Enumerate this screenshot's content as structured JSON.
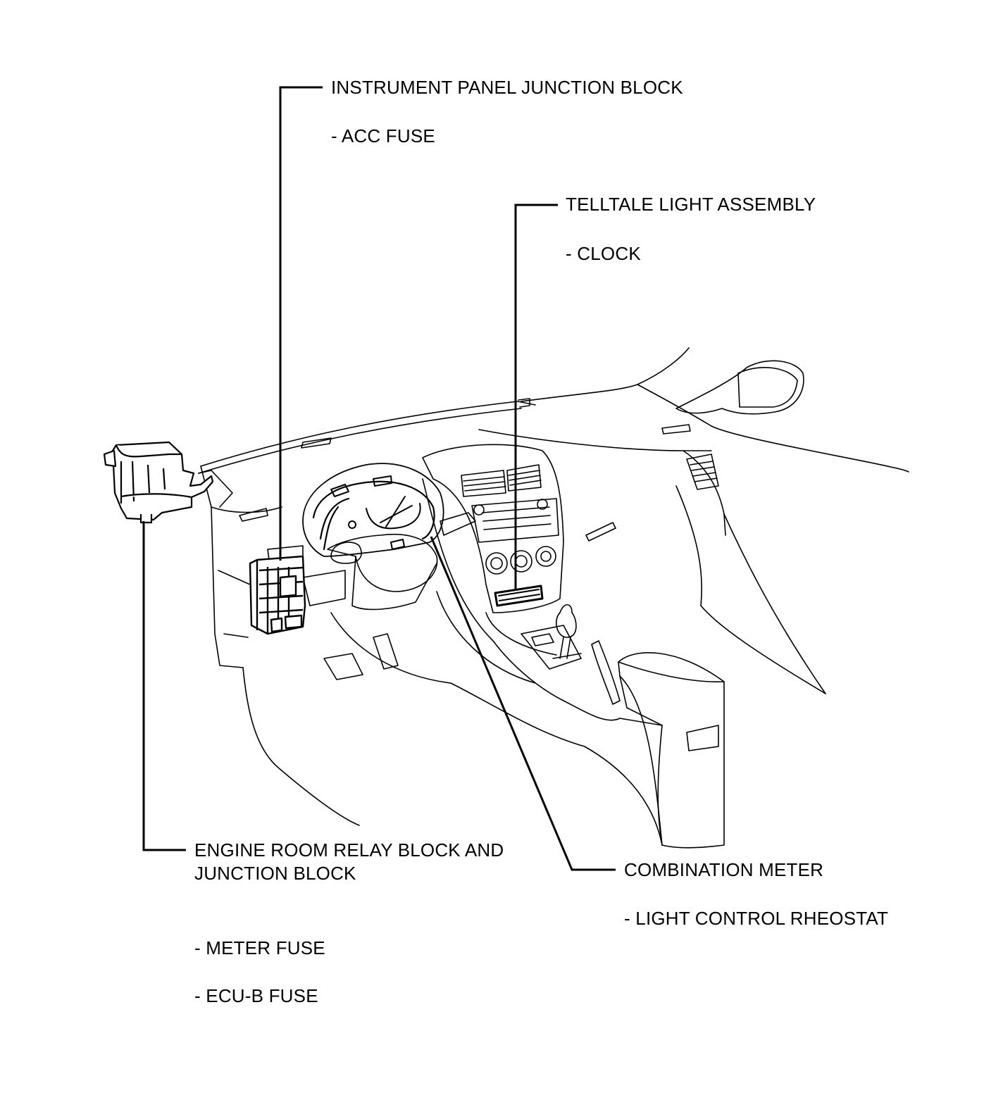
{
  "labels": {
    "ipjb": {
      "title": "INSTRUMENT PANEL JUNCTION BLOCK",
      "items": [
        "- ACC FUSE"
      ]
    },
    "telltale": {
      "title": "TELLTALE LIGHT ASSEMBLY",
      "items": [
        "- CLOCK"
      ]
    },
    "engine_room": {
      "title_line1": "ENGINE ROOM RELAY BLOCK AND",
      "title_line2": "JUNCTION BLOCK",
      "items": [
        "- METER FUSE",
        "- ECU-B FUSE"
      ]
    },
    "combination_meter": {
      "title": "COMBINATION METER",
      "items": [
        "- LIGHT CONTROL RHEOSTAT"
      ]
    }
  },
  "colors": {
    "line": "#000000",
    "background": "#ffffff"
  }
}
